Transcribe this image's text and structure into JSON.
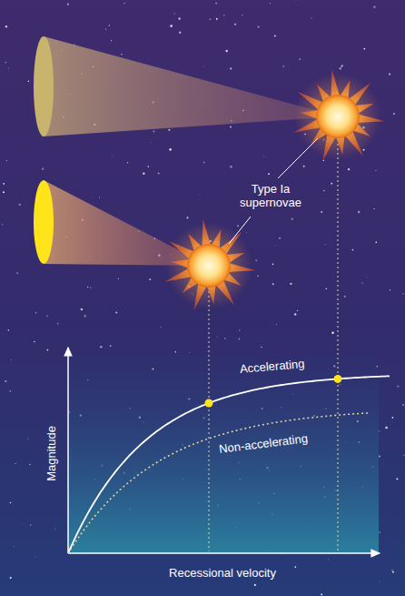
{
  "diagram": {
    "labels": [
      "Type Ia supernovae",
      "Accelerating",
      "Non-accelerating",
      "Magnitude",
      "Recessional velocity"
    ]
  }
}
